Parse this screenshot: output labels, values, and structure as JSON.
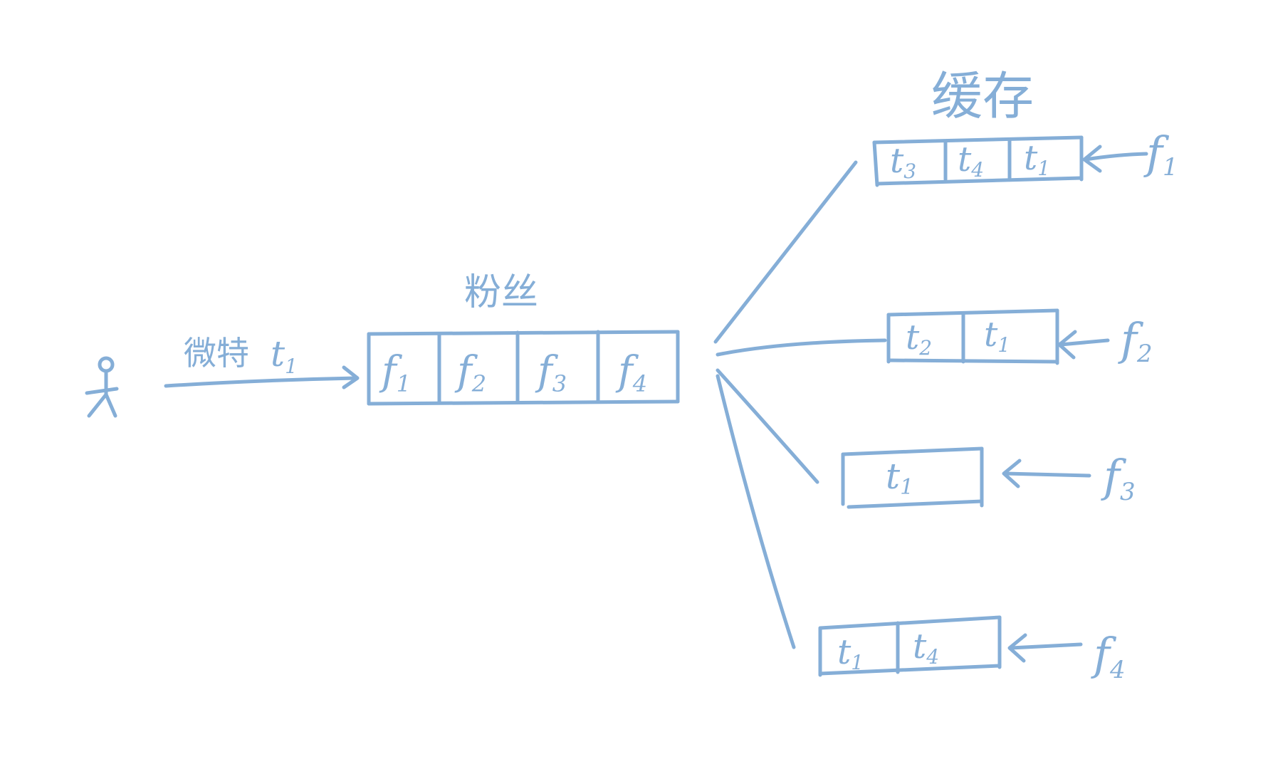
{
  "colors": {
    "ink": "#85aed7",
    "background": "#ffffff"
  },
  "sender": {
    "label": "微特",
    "tweet": "t",
    "tweet_sub": "1"
  },
  "fans": {
    "title": "粉丝",
    "cells": [
      {
        "base": "f",
        "sub": "1"
      },
      {
        "base": "f",
        "sub": "2"
      },
      {
        "base": "f",
        "sub": "3"
      },
      {
        "base": "f",
        "sub": "4"
      }
    ]
  },
  "cache": {
    "title": "缓存",
    "queues": [
      {
        "reader": {
          "base": "f",
          "sub": "1"
        },
        "items": [
          {
            "base": "t",
            "sub": "3"
          },
          {
            "base": "t",
            "sub": "4"
          },
          {
            "base": "t",
            "sub": "1"
          }
        ]
      },
      {
        "reader": {
          "base": "f",
          "sub": "2"
        },
        "items": [
          {
            "base": "t",
            "sub": "2"
          },
          {
            "base": "t",
            "sub": "1"
          }
        ]
      },
      {
        "reader": {
          "base": "f",
          "sub": "3"
        },
        "items": [
          {
            "base": "t",
            "sub": "1"
          }
        ]
      },
      {
        "reader": {
          "base": "f",
          "sub": "4"
        },
        "items": [
          {
            "base": "t",
            "sub": "1"
          },
          {
            "base": "t",
            "sub": "4"
          }
        ]
      }
    ]
  }
}
